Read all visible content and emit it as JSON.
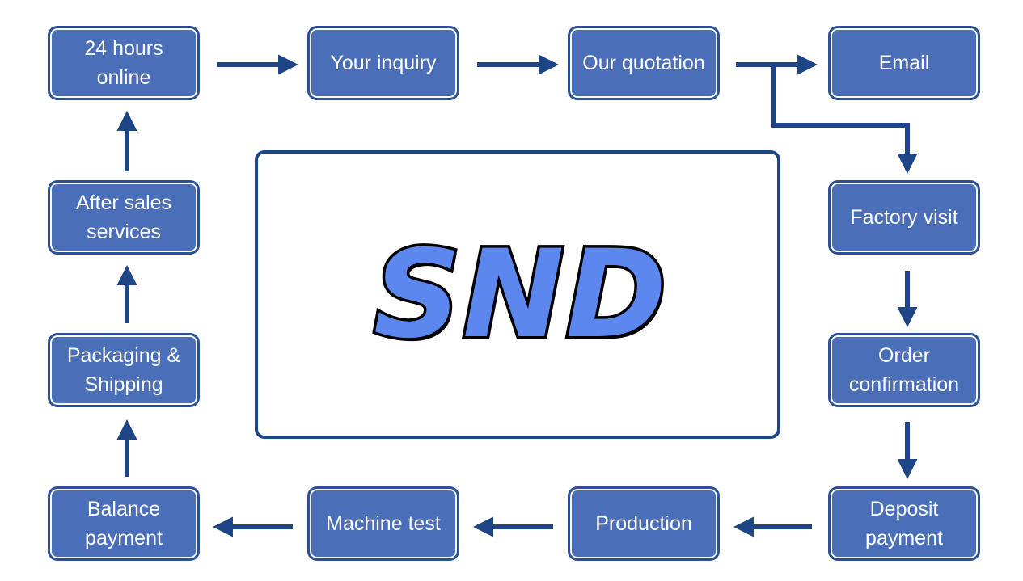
{
  "steps": {
    "hours_online": "24 hours online",
    "your_inquiry": "Your inquiry",
    "our_quotation": "Our quotation",
    "email": "Email",
    "factory_visit": "Factory visit",
    "order_confirmation": "Order confirmation",
    "deposit_payment": "Deposit payment",
    "production": "Production",
    "machine_test": "Machine test",
    "balance_payment": "Balance payment",
    "packaging_shipping": "Packaging & Shipping",
    "after_sales": "After sales services"
  },
  "brand": {
    "logo_text": "SND"
  },
  "colors": {
    "box_fill": "#4a6fb8",
    "box_border": "#2d4f97",
    "arrow": "#1e4585",
    "logo_fill": "#5b87ee"
  }
}
